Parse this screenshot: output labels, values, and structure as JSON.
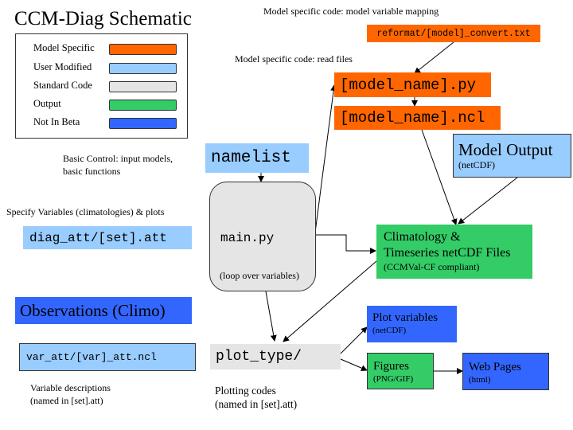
{
  "title": "CCM-Diag Schematic",
  "legend": [
    {
      "label": "Model Specific",
      "color": "#ff6600"
    },
    {
      "label": "User Modified",
      "color": "#99ccff"
    },
    {
      "label": "Standard Code",
      "color": "#e5e5e5"
    },
    {
      "label": "Output",
      "color": "#33cc66"
    },
    {
      "label": "Not In Beta",
      "color": "#3366ff"
    }
  ],
  "annotations": {
    "mapping_note": "Model specific code: model variable mapping",
    "read_note": "Model specific code: read files",
    "basic_control_1": "Basic Control: input models,",
    "basic_control_2": "basic functions",
    "specify_vars": "Specify Variables (climatologies) & plots",
    "var_desc_1": "Variable descriptions",
    "var_desc_2": "(named in [set].att)",
    "plotting_1": "Plotting codes",
    "plotting_2": "(named in [set].att)"
  },
  "nodes": {
    "reformat": "reformat/[model]_convert.txt",
    "model_py": "[model_name].py",
    "model_ncl": "[model_name].ncl",
    "model_output": "Model Output",
    "model_output_sub": "(netCDF)",
    "namelist": "namelist",
    "diag_att": "diag_att/[set].att",
    "main_py": "main.py",
    "main_sub": "(loop over variables)",
    "climatology_1": "Climatology &",
    "climatology_2": "Timeseries netCDF Files",
    "climatology_sub": "(CCMVal-CF compliant)",
    "observations": "Observations (Climo)",
    "var_att": "var_att/[var]_att.ncl",
    "plot_type": "plot_type/",
    "plot_vars": "Plot variables",
    "plot_vars_sub": "(netCDF)",
    "figures": "Figures",
    "figures_sub": "(PNG/GIF)",
    "web_pages": "Web Pages",
    "web_pages_sub": "(html)"
  }
}
